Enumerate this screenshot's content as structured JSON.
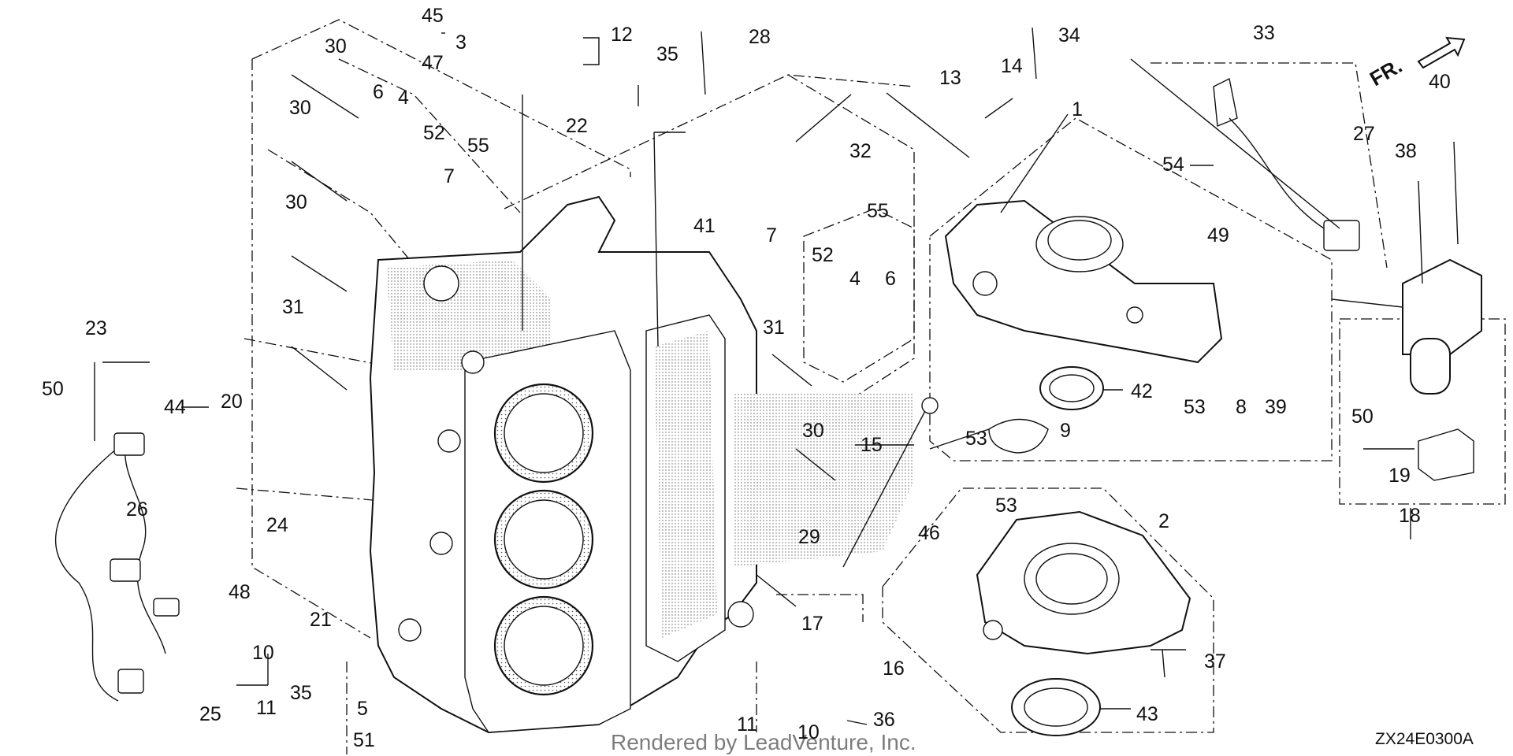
{
  "diagram": {
    "code": "ZX24E0300A",
    "watermark": "Rendered by LeadVenture, Inc.",
    "direction_label": "FR.",
    "callouts": [
      {
        "label": "1",
        "part": "cover-1"
      },
      {
        "label": "2",
        "part": "cover-2"
      },
      {
        "label": "3",
        "part": "bolt-group-3"
      },
      {
        "label": "4",
        "part": "collar"
      },
      {
        "label": "4",
        "part": "collar"
      },
      {
        "label": "5",
        "part": "collar"
      },
      {
        "label": "6",
        "part": "plug"
      },
      {
        "label": "6",
        "part": "plug"
      },
      {
        "label": "7",
        "part": "o-ring"
      },
      {
        "label": "7",
        "part": "o-ring"
      },
      {
        "label": "8",
        "part": "washer"
      },
      {
        "label": "9",
        "part": "gasket"
      },
      {
        "label": "10",
        "part": "group"
      },
      {
        "label": "10",
        "part": "group"
      },
      {
        "label": "11",
        "part": "washer"
      },
      {
        "label": "11",
        "part": "washer"
      },
      {
        "label": "12",
        "part": "group"
      },
      {
        "label": "13",
        "part": "bracket"
      },
      {
        "label": "14",
        "part": "bolt"
      },
      {
        "label": "15",
        "part": "dipstick"
      },
      {
        "label": "16",
        "part": "plate"
      },
      {
        "label": "17",
        "part": "gasket"
      },
      {
        "label": "18",
        "part": "group"
      },
      {
        "label": "19",
        "part": "gasket"
      },
      {
        "label": "20",
        "part": "switch"
      },
      {
        "label": "21",
        "part": "bracket"
      },
      {
        "label": "22",
        "part": "bracket"
      },
      {
        "label": "23",
        "part": "harness"
      },
      {
        "label": "24",
        "part": "sensor"
      },
      {
        "label": "25",
        "part": "sensor"
      },
      {
        "label": "26",
        "part": "sensor"
      },
      {
        "label": "27",
        "part": "harness"
      },
      {
        "label": "28",
        "part": "bolt"
      },
      {
        "label": "29",
        "part": "bolt"
      },
      {
        "label": "30",
        "part": "bolt"
      },
      {
        "label": "30",
        "part": "bolt"
      },
      {
        "label": "30",
        "part": "bolt"
      },
      {
        "label": "30",
        "part": "bolt"
      },
      {
        "label": "31",
        "part": "bolt"
      },
      {
        "label": "31",
        "part": "bolt"
      },
      {
        "label": "32",
        "part": "bolt"
      },
      {
        "label": "33",
        "part": "bolt"
      },
      {
        "label": "34",
        "part": "bolt"
      },
      {
        "label": "35",
        "part": "bolt"
      },
      {
        "label": "35",
        "part": "bolt"
      },
      {
        "label": "36",
        "part": "bolt"
      },
      {
        "label": "37",
        "part": "bolt"
      },
      {
        "label": "38",
        "part": "bolt"
      },
      {
        "label": "39",
        "part": "grommet"
      },
      {
        "label": "40",
        "part": "bolt"
      },
      {
        "label": "41",
        "part": "dowel"
      },
      {
        "label": "42",
        "part": "oil-seal"
      },
      {
        "label": "43",
        "part": "oil-seal"
      },
      {
        "label": "44",
        "part": "washer"
      },
      {
        "label": "45",
        "part": "washer"
      },
      {
        "label": "46",
        "part": "o-ring"
      },
      {
        "label": "47",
        "part": "washer"
      },
      {
        "label": "48",
        "part": "washer"
      },
      {
        "label": "49",
        "part": "o-ring"
      },
      {
        "label": "50",
        "part": "clamp"
      },
      {
        "label": "50",
        "part": "clamp"
      },
      {
        "label": "51",
        "part": "bolt"
      },
      {
        "label": "52",
        "part": "bolt"
      },
      {
        "label": "52",
        "part": "bolt"
      },
      {
        "label": "53",
        "part": "dowel"
      },
      {
        "label": "53",
        "part": "dowel"
      },
      {
        "label": "53",
        "part": "dowel"
      },
      {
        "label": "54",
        "part": "dowel"
      },
      {
        "label": "55",
        "part": "group"
      },
      {
        "label": "55",
        "part": "group"
      }
    ]
  }
}
